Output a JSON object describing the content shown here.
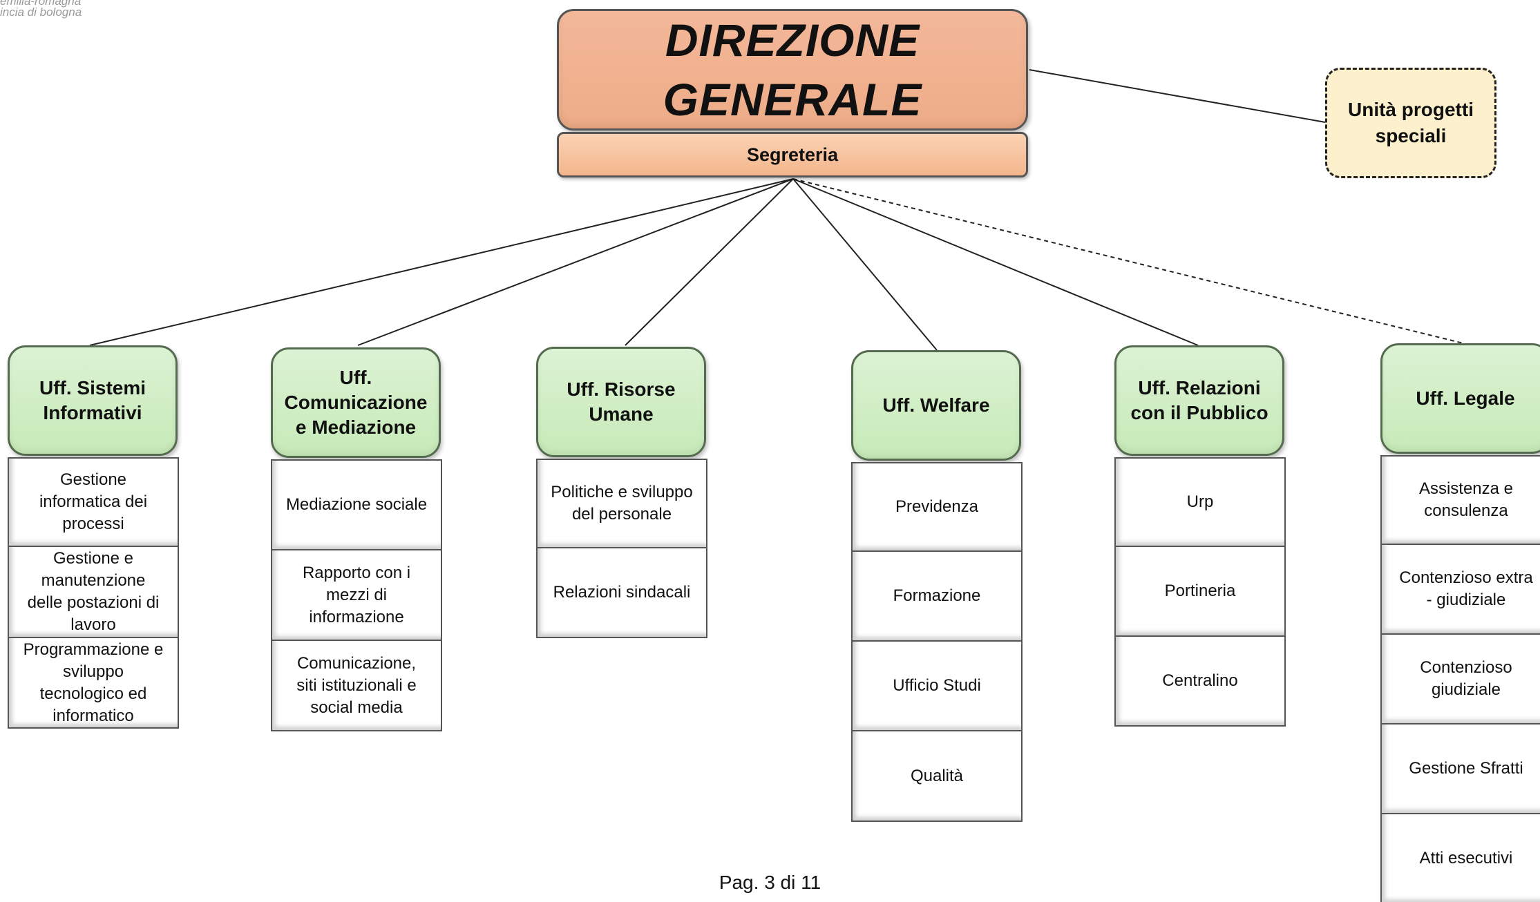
{
  "logo": {
    "line1": "emilia-romagna",
    "line2": "incia di bologna"
  },
  "direzione": {
    "title_line1": "DIREZIONE",
    "title_line2": "GENERALE",
    "subtitle": "Segreteria"
  },
  "special_unit": {
    "label": "Unità progetti\nspeciali"
  },
  "offices": [
    {
      "title": "Uff. Sistemi\nInformativi",
      "items": [
        "Gestione\ninformatica dei\nprocessi",
        "Gestione e\nmanutenzione\ndelle postazioni di\nlavoro",
        "Programmazione e\nsviluppo\ntecnologico ed\ninformatico"
      ]
    },
    {
      "title": "Uff.\nComunicazione\ne  Mediazione",
      "items": [
        "Mediazione sociale",
        "Rapporto con i\nmezzi di\ninformazione",
        "Comunicazione,\nsiti istituzionali e\nsocial media"
      ]
    },
    {
      "title": "Uff. Risorse\nUmane",
      "items": [
        "Politiche e sviluppo\ndel personale",
        "Relazioni sindacali"
      ]
    },
    {
      "title": "Uff. Welfare",
      "items": [
        "Previdenza",
        "Formazione",
        "Ufficio Studi",
        "Qualità"
      ]
    },
    {
      "title": "Uff. Relazioni\ncon il Pubblico",
      "items": [
        "Urp",
        "Portineria",
        "Centralino"
      ]
    },
    {
      "title": "Uff. Legale",
      "items": [
        "Assistenza e\nconsulenza",
        "Contenzioso extra\n- giudiziale",
        "Contenzioso\ngiudiziale",
        "Gestione Sfratti",
        "Atti esecutivi"
      ]
    }
  ],
  "footer": {
    "page": "Pag. 3 di 11"
  }
}
